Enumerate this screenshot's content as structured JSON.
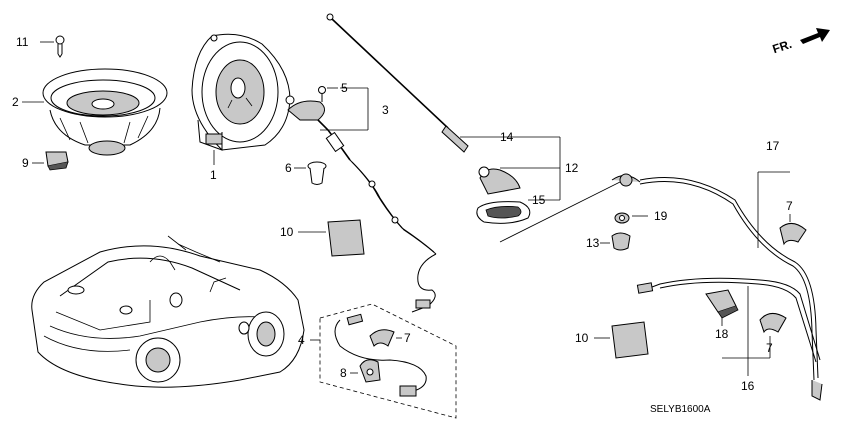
{
  "diagram_code": "SELYB1600A",
  "direction_label": "FR.",
  "callouts": [
    {
      "id": "c1",
      "label": "1"
    },
    {
      "id": "c2",
      "label": "2"
    },
    {
      "id": "c3",
      "label": "3"
    },
    {
      "id": "c4",
      "label": "4"
    },
    {
      "id": "c5",
      "label": "5"
    },
    {
      "id": "c6",
      "label": "6"
    },
    {
      "id": "c7a",
      "label": "7"
    },
    {
      "id": "c7b",
      "label": "7"
    },
    {
      "id": "c7c",
      "label": "7"
    },
    {
      "id": "c8",
      "label": "8"
    },
    {
      "id": "c9",
      "label": "9"
    },
    {
      "id": "c10a",
      "label": "10"
    },
    {
      "id": "c10b",
      "label": "10"
    },
    {
      "id": "c11",
      "label": "11"
    },
    {
      "id": "c12",
      "label": "12"
    },
    {
      "id": "c13",
      "label": "13"
    },
    {
      "id": "c14",
      "label": "14"
    },
    {
      "id": "c15",
      "label": "15"
    },
    {
      "id": "c16",
      "label": "16"
    },
    {
      "id": "c17",
      "label": "17"
    },
    {
      "id": "c18",
      "label": "18"
    },
    {
      "id": "c19",
      "label": "19"
    }
  ]
}
